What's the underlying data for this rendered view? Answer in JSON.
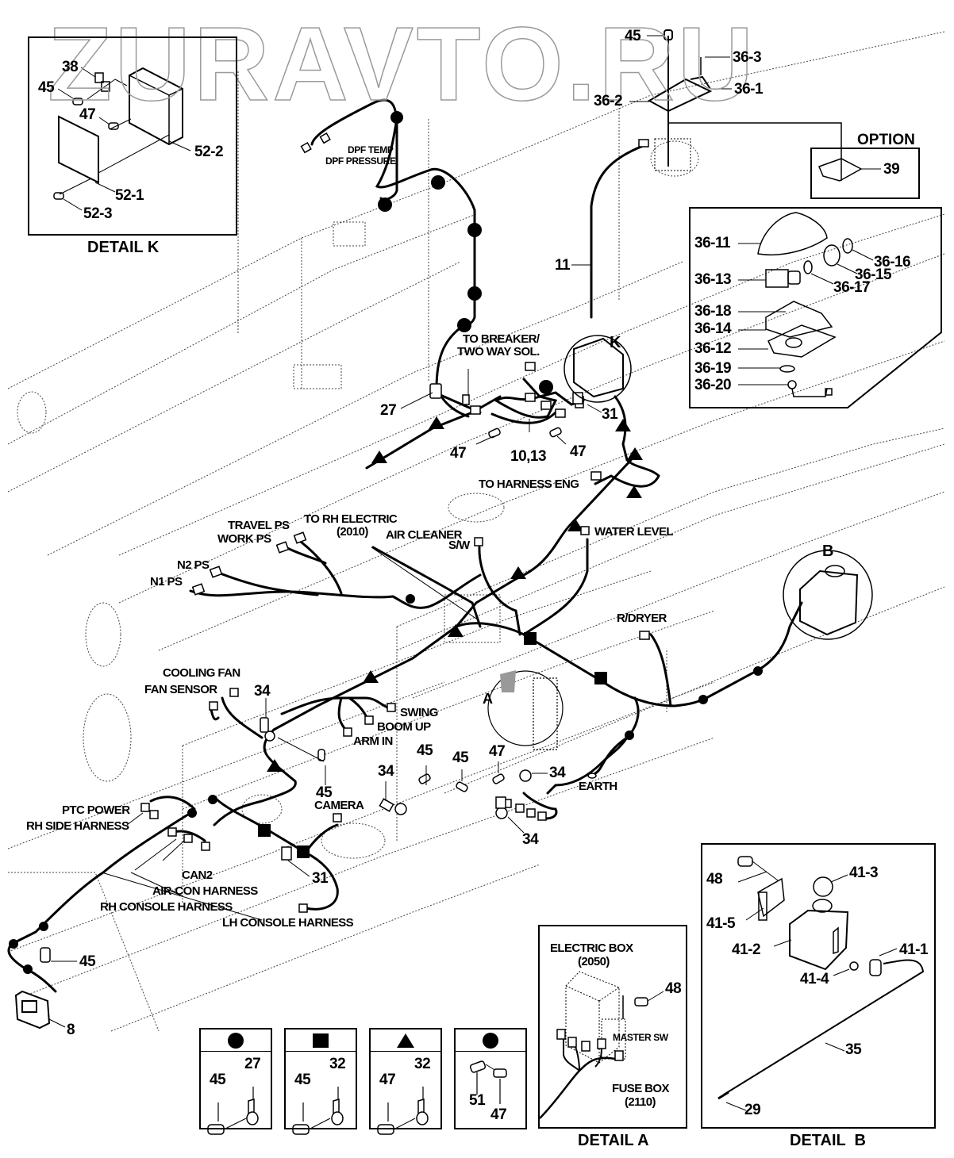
{
  "watermark": "ZURAVTO.RU",
  "detail_k": {
    "title": "DETAIL K",
    "labels": [
      "38",
      "45",
      "47",
      "52-2",
      "52-1",
      "52-3"
    ]
  },
  "top_mount": {
    "labels": [
      "45",
      "36-3",
      "36-1",
      "36-2"
    ]
  },
  "option": {
    "title": "OPTION",
    "part": "39"
  },
  "beacon_detail": {
    "labels": [
      "36-11",
      "36-16",
      "36-15",
      "36-13",
      "36-17",
      "36-18",
      "36-14",
      "36-12",
      "36-19",
      "36-20"
    ]
  },
  "main": {
    "callouts": {
      "dpf_temp": "DPF TEMP",
      "dpf_pressure": "DPF PRESSURE",
      "part_11": "11",
      "k_marker": "K",
      "to_breaker": "TO BREAKER/",
      "two_way_sol": "TWO WAY SOL.",
      "part_27": "27",
      "part_31_top": "31",
      "part_47_a": "47",
      "part_10_13": "10,13",
      "part_47_b": "47",
      "to_harness_eng": "TO HARNESS ENG",
      "to_rh_electric": "TO RH ELECTRIC",
      "rh_electric_code": "(2010)",
      "travel_ps": "TRAVEL PS",
      "work_ps": "WORK PS",
      "air_cleaner": "AIR CLEANER",
      "sw": "S/W",
      "water_level": "WATER LEVEL",
      "n2_ps": "N2 PS",
      "n1_ps": "N1 PS",
      "b_marker": "B",
      "r_dryer": "R/DRYER",
      "cooling_fan": "COOLING FAN",
      "fan_sensor": "FAN SENSOR",
      "part_34_a": "34",
      "swing": "SWING",
      "boom_up": "BOOM UP",
      "arm_in": "ARM IN",
      "a_marker": "A",
      "part_45_a": "45",
      "part_45_b": "45",
      "part_45_c": "45",
      "part_47_c": "47",
      "part_34_b": "34",
      "part_34_c": "34",
      "part_34_d": "34",
      "earth": "EARTH",
      "camera": "CAMERA",
      "ptc_power": "PTC POWER",
      "rh_side_harness": "RH SIDE HARNESS",
      "part_31_b": "31",
      "can2": "CAN2",
      "air_con_harness": "AIR-CON HARNESS",
      "rh_console_harness": "RH CONSOLE HARNESS",
      "lh_console_harness": "LH CONSOLE HARNESS",
      "part_45_d": "45",
      "part_8": "8"
    }
  },
  "legend": [
    {
      "symbol": "circle",
      "parts": [
        "45",
        "27"
      ]
    },
    {
      "symbol": "square",
      "parts": [
        "45",
        "32"
      ]
    },
    {
      "symbol": "triangle",
      "parts": [
        "47",
        "32"
      ]
    },
    {
      "symbol": "circle",
      "parts": [
        "51",
        "47"
      ]
    }
  ],
  "detail_a": {
    "title": "DETAIL A",
    "electric_box": "ELECTRIC BOX",
    "electric_box_code": "(2050)",
    "part_48": "48",
    "master_sw": "MASTER SW",
    "fuse_box": "FUSE BOX",
    "fuse_box_code": "(2110)"
  },
  "detail_b": {
    "title": "DETAIL  B",
    "labels": {
      "p48": "48",
      "p41_3": "41-3",
      "p41_5": "41-5",
      "p41_2": "41-2",
      "p41_1": "41-1",
      "p41_4": "41-4",
      "p35": "35",
      "p29": "29"
    }
  }
}
